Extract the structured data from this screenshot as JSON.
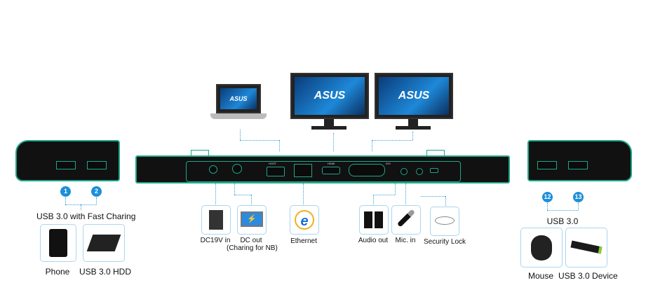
{
  "colors": {
    "dock_outline": "#1fa58a",
    "connector_line": "#3aa0d8",
    "badge": "#1c8fd8",
    "box_border": "#a9d6f0"
  },
  "logo": "ASUS",
  "dock_ports": {
    "usb_host": "HOST",
    "hdmi": "HDMI",
    "dvi": "DVI"
  },
  "left": {
    "badges": [
      "1",
      "2"
    ],
    "title": "USB 3.0 with Fast Charing",
    "devices": [
      {
        "label": "Phone",
        "icon": "phone-icon"
      },
      {
        "label": "USB 3.0 HDD",
        "icon": "hdd-icon"
      }
    ]
  },
  "right": {
    "badges": [
      "12",
      "13"
    ],
    "title": "USB 3.0",
    "devices": [
      {
        "label": "Mouse",
        "icon": "mouse-icon"
      },
      {
        "label": "USB 3.0 Device",
        "icon": "usb-stick-icon"
      }
    ]
  },
  "bottom": [
    {
      "label": "DC19V in",
      "icon": "power-adapter-icon"
    },
    {
      "label": "DC out",
      "sub": "(Charing for NB)",
      "icon": "laptop-charging-icon"
    },
    {
      "label": "Ethernet",
      "icon": "internet-explorer-icon"
    },
    {
      "label": "Audio out",
      "icon": "speakers-icon"
    },
    {
      "label": "Mic. in",
      "icon": "microphone-icon"
    },
    {
      "label": "Security Lock",
      "icon": "cable-lock-icon"
    }
  ]
}
